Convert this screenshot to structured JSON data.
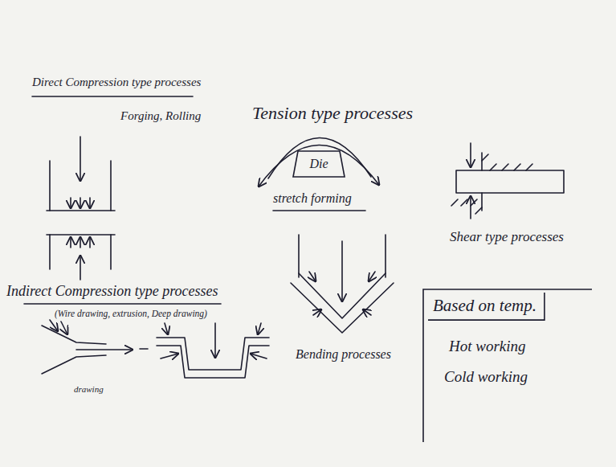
{
  "diagram": {
    "nodes": [
      {
        "text": [
          "Die"
        ]
      },
      {
        "text": [
          "Based on temp.",
          "Hot working",
          "Cold working"
        ]
      }
    ],
    "labels": [
      "Direct Compression type processes",
      "Forging, Rolling",
      "Tension type processes",
      "stretch forming",
      "Shear type processes",
      "Indirect Compression type processes",
      "(Wire drawing, extrusion, Deep drawing)",
      "drawing",
      "Bending processes"
    ]
  }
}
